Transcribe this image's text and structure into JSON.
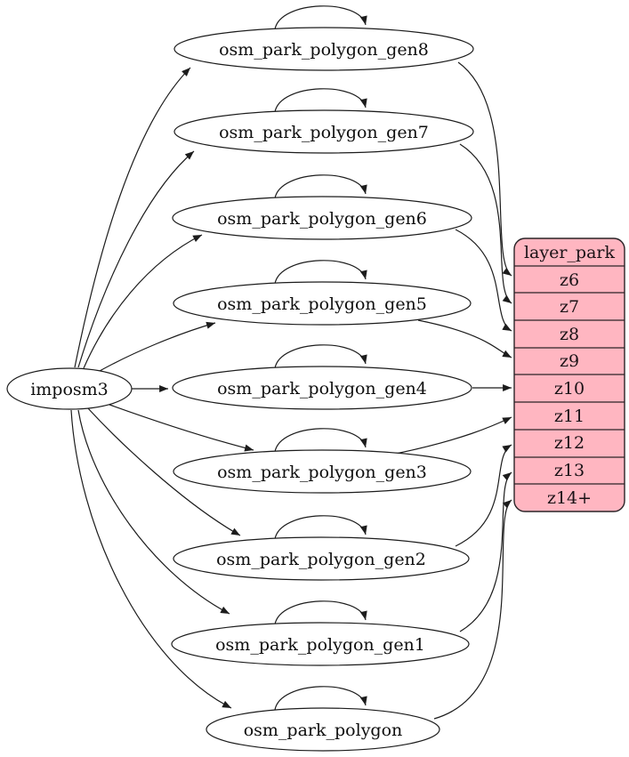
{
  "diagram": {
    "source": {
      "label": "imposm3"
    },
    "tables": [
      {
        "label": "osm_park_polygon_gen8",
        "target_zoom": "z6"
      },
      {
        "label": "osm_park_polygon_gen7",
        "target_zoom": "z7"
      },
      {
        "label": "osm_park_polygon_gen6",
        "target_zoom": "z8"
      },
      {
        "label": "osm_park_polygon_gen5",
        "target_zoom": "z9"
      },
      {
        "label": "osm_park_polygon_gen4",
        "target_zoom": "z10"
      },
      {
        "label": "osm_park_polygon_gen3",
        "target_zoom": "z11"
      },
      {
        "label": "osm_park_polygon_gen2",
        "target_zoom": "z12"
      },
      {
        "label": "osm_park_polygon_gen1",
        "target_zoom": "z13"
      },
      {
        "label": "osm_park_polygon",
        "target_zoom": "z14+"
      }
    ],
    "layer": {
      "title": "layer_park",
      "fill": "#ffb6c1",
      "rows": [
        "z6",
        "z7",
        "z8",
        "z9",
        "z10",
        "z11",
        "z12",
        "z13",
        "z14+"
      ]
    },
    "colors": {
      "edge_stroke": "#1c1c1c",
      "node_fill": "#ffffff"
    }
  }
}
